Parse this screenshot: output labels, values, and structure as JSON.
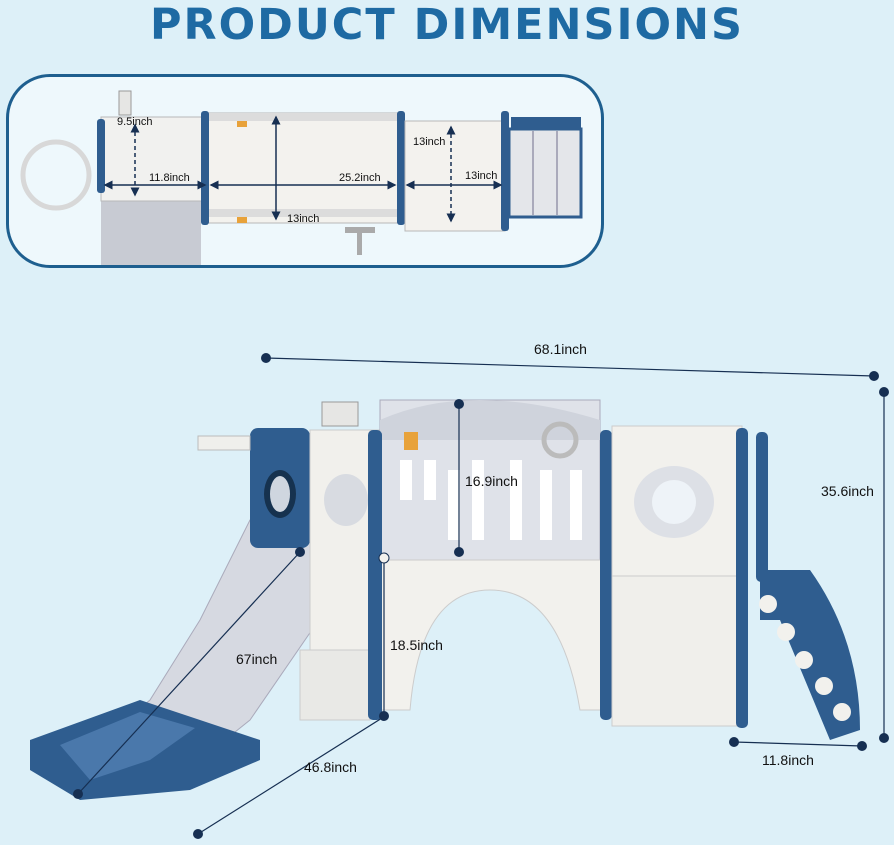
{
  "title": "PRODUCT DIMENSIONS",
  "top_view": {
    "dims": {
      "a": "9.5inch",
      "b": "11.8inch",
      "c": "25.2inch",
      "d": "13inch",
      "e": "13inch",
      "f": "13inch"
    }
  },
  "main_view": {
    "dims": {
      "length": "68.1inch",
      "height": "35.6inch",
      "panel": "16.9inch",
      "arch": "18.5inch",
      "slide": "67inch",
      "depth": "46.8inch",
      "stairs": "11.8inch"
    }
  },
  "colors": {
    "title": "#1e6aa3",
    "blue": "#2f5d8f",
    "white": "#f2f1ef",
    "gray": "#c9ccd4",
    "background": "#ddf0f8",
    "dim_line": "#162f52"
  }
}
